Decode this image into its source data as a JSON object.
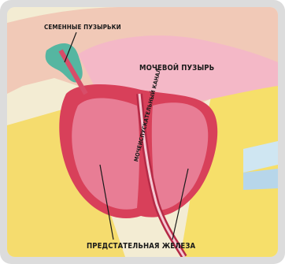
{
  "labels": {
    "seminal_vesicles": "СЕМЕННЫЕ ПУЗЫРЬКИ",
    "bladder": "МОЧЕВОЙ ПУЗЫРЬ",
    "urethra": "МОЧЕИСПУСКАТЕЛЬНЫЙ КАНАЛ",
    "prostate": "ПРЕДСТАТЕЛЬНАЯ ЖЕЛЕЗА"
  }
}
